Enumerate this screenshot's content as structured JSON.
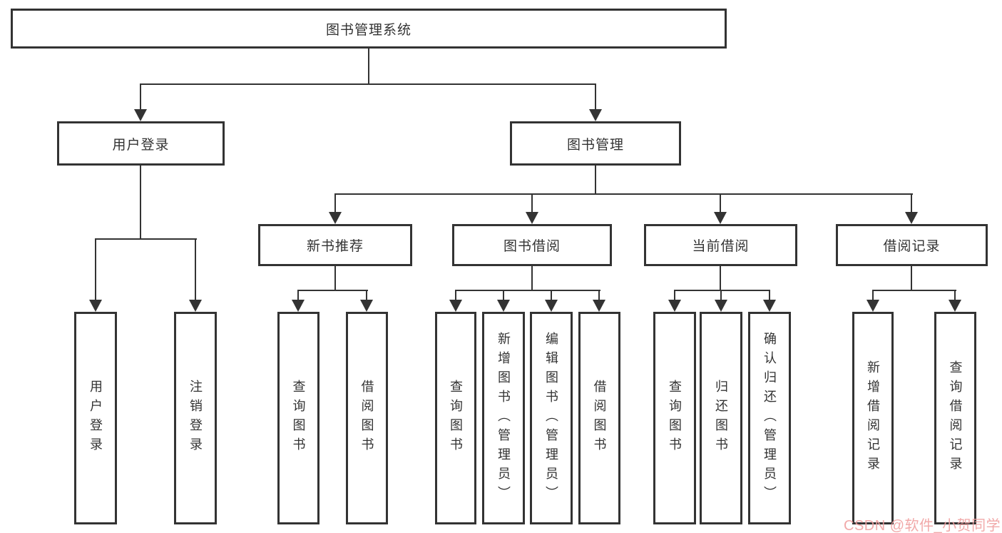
{
  "tree": {
    "label": "图书管理系统",
    "children": [
      {
        "label": "用户登录",
        "children": [
          {
            "label": "用户登录"
          },
          {
            "label": "注销登录"
          }
        ]
      },
      {
        "label": "图书管理",
        "children": [
          {
            "label": "新书推荐",
            "children": [
              {
                "label": "查询图书"
              },
              {
                "label": "借阅图书"
              }
            ]
          },
          {
            "label": "图书借阅",
            "children": [
              {
                "label": "查询图书"
              },
              {
                "label": "新增图书（管理员）"
              },
              {
                "label": "编辑图书（管理员）"
              },
              {
                "label": "借阅图书"
              }
            ]
          },
          {
            "label": "当前借阅",
            "children": [
              {
                "label": "查询图书"
              },
              {
                "label": "归还图书"
              },
              {
                "label": "确认归还（管理员）"
              }
            ]
          },
          {
            "label": "借阅记录",
            "children": [
              {
                "label": "新增借阅记录"
              },
              {
                "label": "查询借阅记录"
              }
            ]
          }
        ]
      }
    ]
  },
  "watermark": {
    "text": "CSDN @软件_小贺同学",
    "color": "#f0a0a0"
  },
  "colors": {
    "line": "#333333",
    "node_background": "#ffffff",
    "node_text": "#333333"
  }
}
